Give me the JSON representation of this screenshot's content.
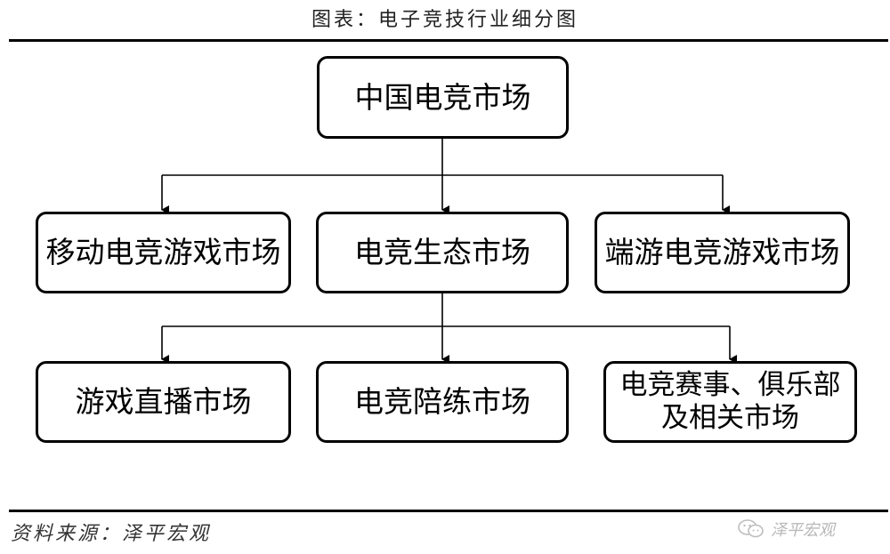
{
  "title": "图表：电子竞技行业细分图",
  "root": {
    "label": "中国电竞市场"
  },
  "level1": [
    {
      "label": "移动电竞游戏市场"
    },
    {
      "label": "电竞生态市场"
    },
    {
      "label": "端游电竞游戏市场"
    }
  ],
  "level2": [
    {
      "label": "游戏直播市场"
    },
    {
      "label": "电竞陪练市场"
    },
    {
      "label": "电竞赛事、俱乐部及相关市场"
    }
  ],
  "source": "资料来源：泽平宏观",
  "watermark": {
    "icon": "wechat-icon",
    "text": "泽平宏观"
  }
}
